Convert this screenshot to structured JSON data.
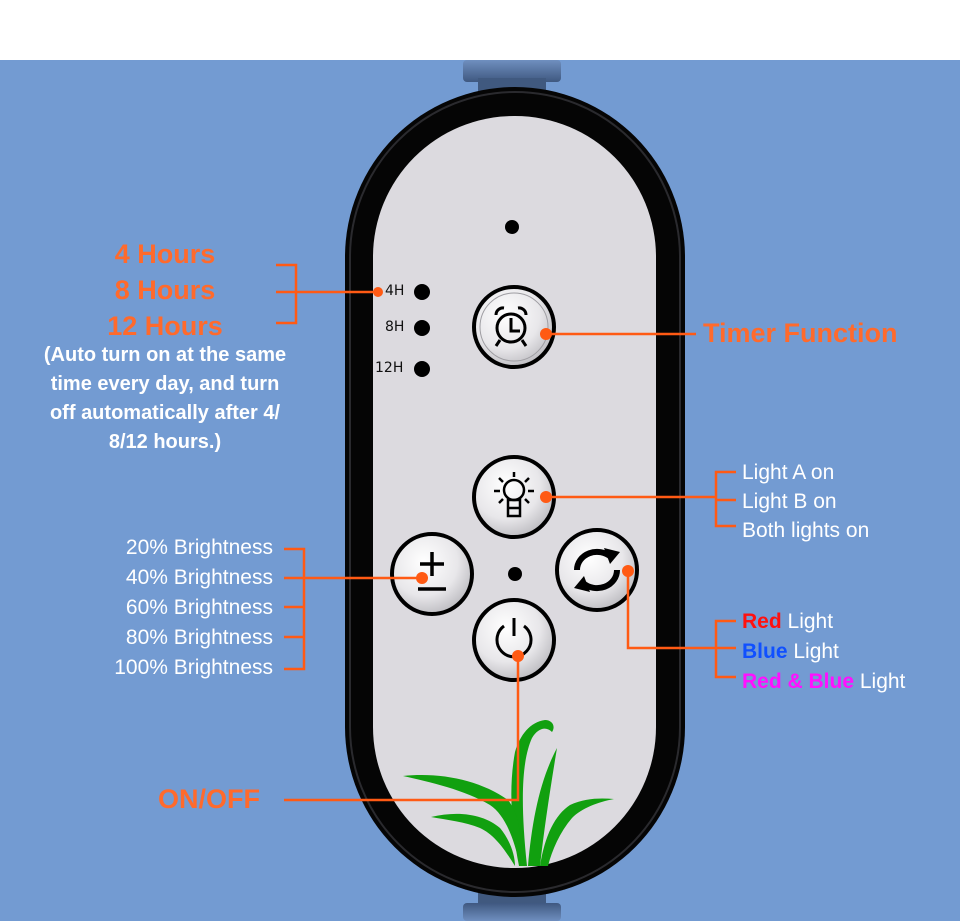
{
  "colors": {
    "background": "#739bd2",
    "callout_line": "#ff5a14",
    "label_orange": "#ff6a2c",
    "red": "#ff1010",
    "blue": "#1050ff",
    "magenta": "#ff10ff",
    "plant_green": "#11a00f",
    "remote_body": "#050505",
    "remote_face": "#dcdadf"
  },
  "remote": {
    "led_labels": [
      "4H",
      "8H",
      "12H"
    ],
    "buttons": [
      {
        "name": "timer",
        "icon": "alarm-clock-icon"
      },
      {
        "name": "light-mode",
        "icon": "light-bulb-icon"
      },
      {
        "name": "brightness",
        "icon": "plus-minus-icon"
      },
      {
        "name": "color-cycle",
        "icon": "cycle-arrows-icon"
      },
      {
        "name": "power",
        "icon": "power-icon"
      }
    ]
  },
  "timer": {
    "options": [
      "4 Hours",
      "8 Hours",
      "12 Hours"
    ],
    "note_lines": [
      "(Auto turn on at the same",
      "time every day, and turn",
      "off automatically after 4/",
      "8/12 hours.)"
    ],
    "label": "Timer Function"
  },
  "light_modes": [
    "Light A on",
    "Light B on",
    "Both lights on"
  ],
  "brightness": [
    "20% Brightness",
    "40% Brightness",
    "60% Brightness",
    "80% Brightness",
    "100% Brightness"
  ],
  "colors_options": [
    {
      "color_word": "Red",
      "suffix": " Light"
    },
    {
      "color_word": "Blue",
      "suffix": " Light"
    },
    {
      "color_word": "Red & Blue",
      "suffix": " Light"
    }
  ],
  "power": {
    "label": "ON/OFF"
  }
}
